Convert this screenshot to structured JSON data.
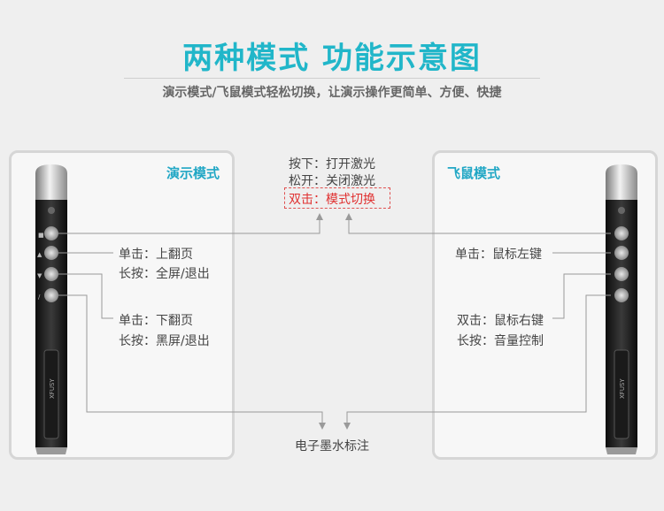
{
  "title": "两种模式  功能示意图",
  "subtitle": "演示模式/飞鼠模式轻松切换，让演示操作更简单、方便、快捷",
  "left_panel": {
    "title": "演示模式",
    "btn2": {
      "click": "单击：上翻页",
      "hold": "长按：全屏/退出"
    },
    "btn3": {
      "click": "单击：下翻页",
      "hold": "长按：黑屏/退出"
    }
  },
  "right_panel": {
    "title": "飞鼠模式",
    "btn2": {
      "click": "单击：鼠标左键"
    },
    "btn3": {
      "click": "双击：鼠标右键",
      "hold": "长按：音量控制"
    }
  },
  "center": {
    "press": "按下：打开激光",
    "release": "松开：关闭激光",
    "double": "双击：模式切换",
    "bottom": "电子墨水标注"
  },
  "brand": "XFUSY",
  "colors": {
    "accent": "#21b6c9",
    "highlight": "#e03030"
  }
}
